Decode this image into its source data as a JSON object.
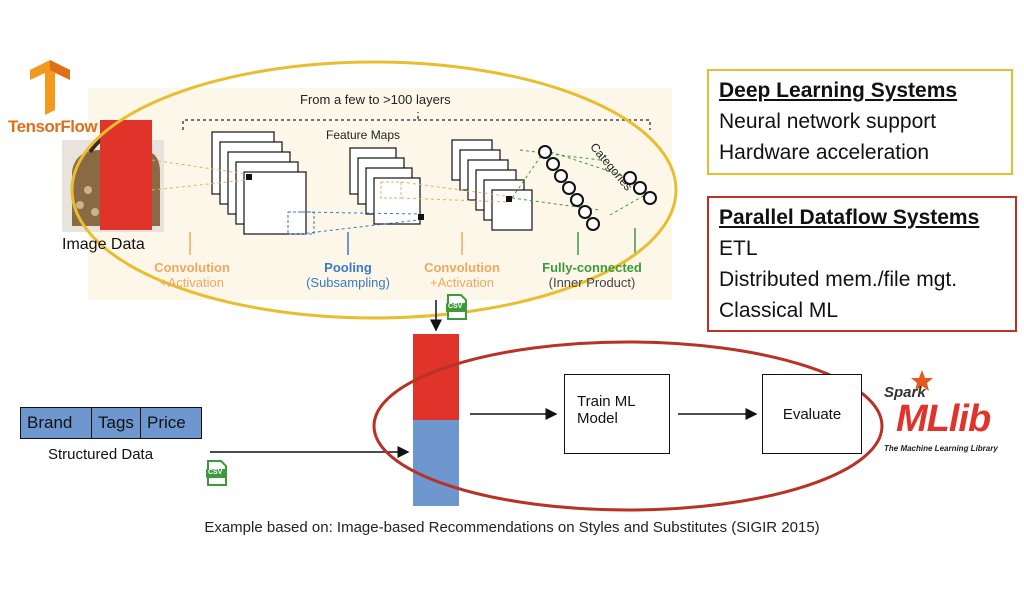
{
  "logos": {
    "tensorflow": "TensorFlow",
    "spark": "Spark",
    "mllib": "MLlib",
    "mllib_tagline": "The Machine Learning Library"
  },
  "cnn": {
    "layers_label": "From a few to >100 layers",
    "feature_maps": "Feature Maps",
    "categories": "Categories",
    "stages": [
      {
        "title": "Convolution",
        "sub": "+Activation"
      },
      {
        "title": "Pooling",
        "sub": "(Subsampling)"
      },
      {
        "title": "Convolution",
        "sub": "+Activation"
      },
      {
        "title": "Fully-connected",
        "sub": "(Inner Product)"
      }
    ]
  },
  "image_data_label": "Image Data",
  "deep_learning": {
    "title": "Deep Learning Systems",
    "items": [
      "Neural network support",
      "Hardware acceleration"
    ]
  },
  "parallel_dataflow": {
    "title": "Parallel Dataflow Systems",
    "items": [
      "ETL",
      "Distributed mem./file mgt.",
      "Classical ML"
    ]
  },
  "structured": {
    "columns": [
      "Brand",
      "Tags",
      "Price"
    ],
    "label": "Structured Data"
  },
  "csv_label": "CSV",
  "flow": {
    "train_line1": "Train ML",
    "train_line2": "Model",
    "evaluate": "Evaluate"
  },
  "caption": "Example based on: Image-based Recommendations on Styles and Substitutes (SIGIR 2015)",
  "colors": {
    "yellow_outline": "#e9bd2e",
    "red_outline": "#b83226",
    "red_block": "#e0332a",
    "blue_block": "#6e97d0",
    "table_fill": "#6e97d0",
    "conv_orange": "#f0a860",
    "pool_blue": "#3a78c8",
    "fc_green": "#3d9a3a",
    "tf_orange": "#f39a1e"
  }
}
